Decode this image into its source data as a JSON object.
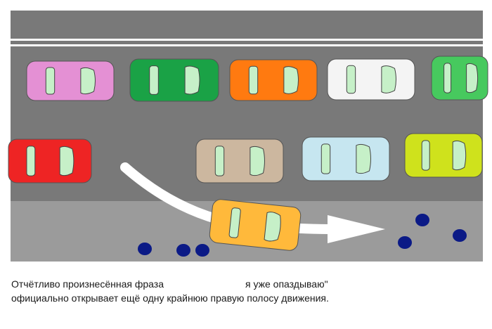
{
  "caption": {
    "line1_start": "Отчётливо произнесённая фраза",
    "line1_end": "я уже опаздываю\"",
    "line2": "официально открывает ещё одну крайнюю правую полосу движения."
  },
  "colors": {
    "road": "#797979",
    "shoulder": "#9b9b9b",
    "lane_line": "#ffffff",
    "window": "#c6f0c8",
    "arrow": "#ffffff",
    "pebble": "#0b1a86"
  },
  "cars": [
    {
      "name": "pink-car",
      "color": "#e490d4"
    },
    {
      "name": "green-car",
      "color": "#1aa246"
    },
    {
      "name": "orange-car",
      "color": "#ff7a10"
    },
    {
      "name": "white-car",
      "color": "#f4f4f4"
    },
    {
      "name": "lime-car-top",
      "color": "#47c95e"
    },
    {
      "name": "red-car",
      "color": "#ee2424"
    },
    {
      "name": "tan-car",
      "color": "#ccb79f"
    },
    {
      "name": "light-blue-car",
      "color": "#c6e6f0"
    },
    {
      "name": "yellow-green-car",
      "color": "#cfe21c"
    },
    {
      "name": "merging-orange-car",
      "color": "#ffb93b"
    }
  ]
}
